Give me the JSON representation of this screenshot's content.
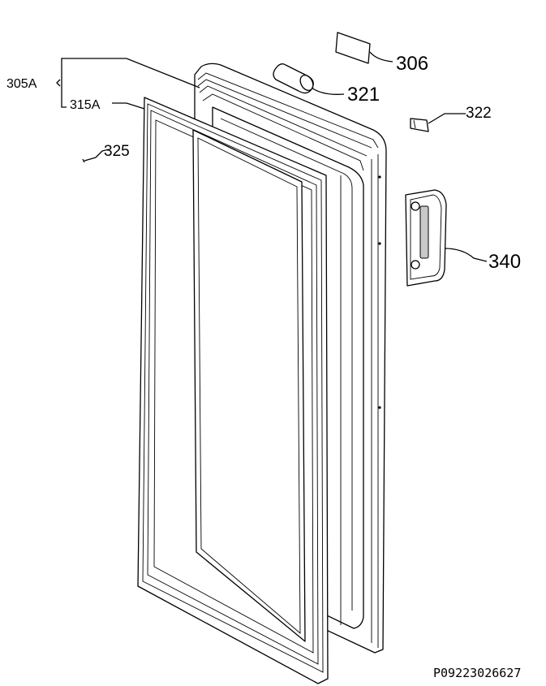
{
  "callouts": {
    "door_assembly": "305A",
    "gasket": "315A",
    "label_306": "306",
    "pin_321": "321",
    "cap_322": "322",
    "screw_325": "325",
    "handle_340": "340"
  },
  "drawing_code": "P09223026627"
}
